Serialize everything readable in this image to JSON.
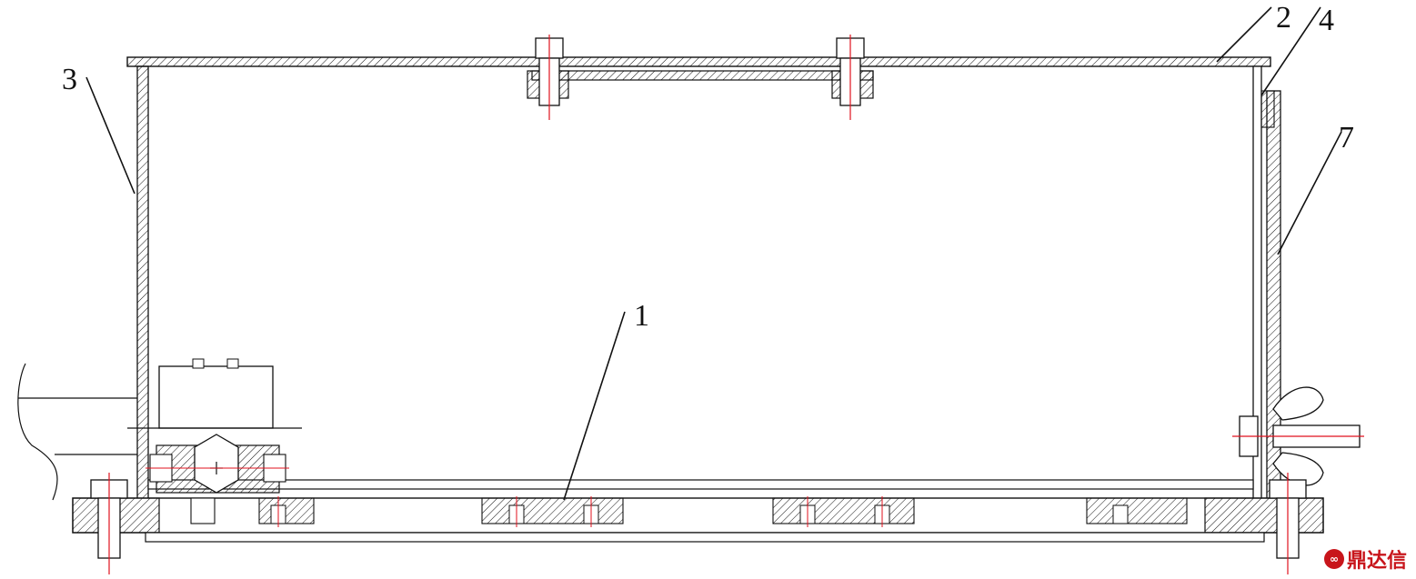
{
  "diagram": {
    "part_labels": [
      "1",
      "2",
      "3",
      "4",
      "7"
    ]
  },
  "watermark": {
    "text": "鼎达信"
  },
  "colors": {
    "line": "#111111",
    "center_line": "#e0121e",
    "watermark": "#c8151b"
  }
}
